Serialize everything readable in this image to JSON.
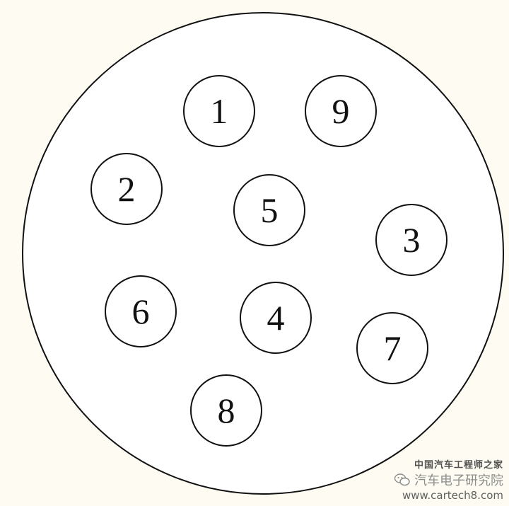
{
  "connector": {
    "pins": [
      {
        "label": "1"
      },
      {
        "label": "9"
      },
      {
        "label": "2"
      },
      {
        "label": "5"
      },
      {
        "label": "3"
      },
      {
        "label": "6"
      },
      {
        "label": "4"
      },
      {
        "label": "7"
      },
      {
        "label": "8"
      }
    ]
  },
  "watermark": {
    "title": "中国汽车工程师之家",
    "name": "汽车电子研究院",
    "url": "www.cartech8.com",
    "icon": "wechat-icon"
  },
  "colors": {
    "background": "#fdfbf2",
    "outline": "#111111"
  }
}
